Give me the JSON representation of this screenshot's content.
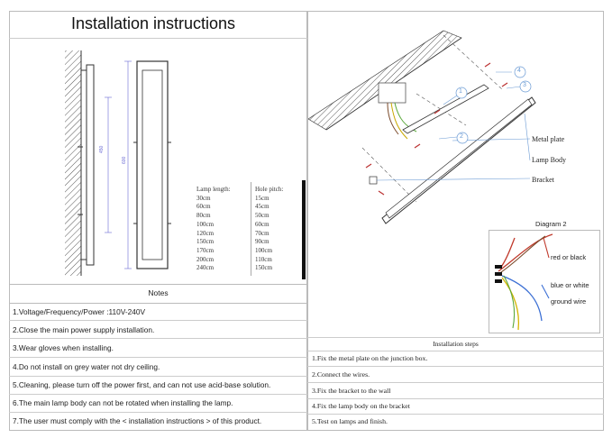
{
  "title": "Installation instructions",
  "dimension_labels": {
    "hole": "450",
    "length": "600"
  },
  "lamp_table": {
    "lamp_header": "Lamp length:",
    "hole_header": "Hole pitch:",
    "lamp_lengths": [
      "30cm",
      "60cm",
      "80cm",
      "100cm",
      "120cm",
      "150cm",
      "170cm",
      "200cm",
      "240cm"
    ],
    "hole_pitches": [
      "15cm",
      "45cm",
      "50cm",
      "60cm",
      "70cm",
      "90cm",
      "100cm",
      "110cm",
      "150cm"
    ]
  },
  "notes": {
    "heading": "Notes",
    "items": [
      "1.Voltage/Frequency/Power :110V-240V",
      "2.Close the main power supply installation.",
      "3.Wear gloves when installing.",
      "4.Do not install on grey water not dry ceiling.",
      "5.Cleaning, please turn off the power first, and can not use acid-base solution.",
      "6.The main lamp body can not be rotated when installing the lamp.",
      "7.The user must comply with the < installation instructions > of this product."
    ]
  },
  "diagram1": {
    "callouts": [
      "1",
      "2",
      "3",
      "4"
    ],
    "labels": {
      "metal_plate": "Metal plate",
      "lamp_body": "Lamp Body",
      "bracket": "Bracket"
    }
  },
  "diagram2": {
    "title": "Diagram 2",
    "wire_labels": {
      "red": "red or black",
      "blue": "blue or  white",
      "ground": "ground wire"
    },
    "colors": {
      "red": "#c0392b",
      "blue": "#3b6fd4",
      "yellow": "#d4b400",
      "brown": "#7a4a2a",
      "green": "#5aa83a"
    }
  },
  "steps": {
    "heading": "Installation  steps",
    "items": [
      "1.Fix the metal plate on the junction box.",
      "2.Connect the wires.",
      "3.Fix the bracket to the wall",
      "4.Fix the lamp body on the bracket",
      "5.Test on lamps and finish."
    ]
  }
}
